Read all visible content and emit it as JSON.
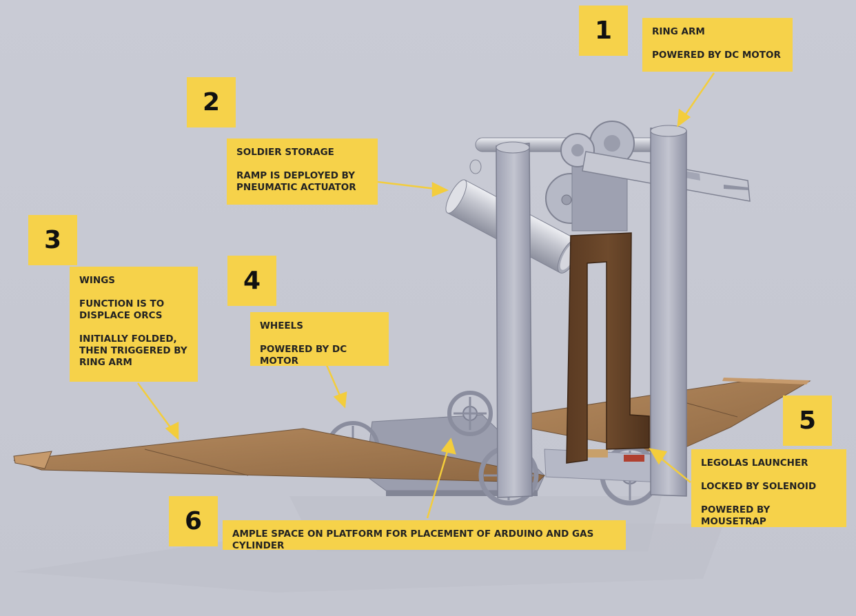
{
  "background_color": "#c8cad4",
  "callout_color": "#f6d24a",
  "callouts": [
    {
      "number": "1",
      "lines": [
        "RING ARM",
        "POWERED BY DC MOTOR"
      ]
    },
    {
      "number": "2",
      "lines": [
        "SOLDIER STORAGE",
        "RAMP IS DEPLOYED BY",
        "PNEUMATIC ACTUATOR"
      ]
    },
    {
      "number": "3",
      "lines": [
        "WINGS",
        "FUNCTION IS TO",
        "DISPLACE ORCS",
        "INITIALLY FOLDED,",
        "THEN TRIGGERED BY",
        "RING ARM"
      ]
    },
    {
      "number": "4",
      "lines": [
        "WHEELS",
        "POWERED BY DC MOTOR"
      ]
    },
    {
      "number": "5",
      "lines": [
        "LEGOLAS LAUNCHER",
        "LOCKED BY SOLENOID",
        "POWERED BY MOUSETRAP"
      ]
    },
    {
      "number": "6",
      "lines": [
        "AMPLE SPACE ON PLATFORM FOR PLACEMENT OF ARDUINO AND GAS CYLINDER"
      ]
    }
  ]
}
